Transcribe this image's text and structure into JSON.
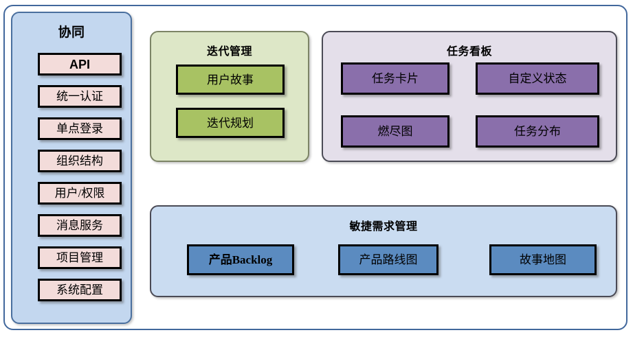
{
  "diagram": {
    "title_hidden": "",
    "colors": {
      "outer_frame_border": "#41679c",
      "sidebar_bg": "#c3d7ef",
      "sidebar_chip": "#f3dcda",
      "iteration_bg": "#dde7c7",
      "iteration_chip": "#a8c263",
      "taskboard_bg": "#e4dfea",
      "taskboard_chip": "#8a6fab",
      "agile_bg": "#cadcf1",
      "agile_chip": "#5b8bc0"
    }
  },
  "sidebar": {
    "title": "协同",
    "items": [
      {
        "label": "API"
      },
      {
        "label": "统一认证"
      },
      {
        "label": "单点登录"
      },
      {
        "label": "组织结构"
      },
      {
        "label": "用户/权限"
      },
      {
        "label": "消息服务"
      },
      {
        "label": "项目管理"
      },
      {
        "label": "系统配置"
      }
    ]
  },
  "iteration": {
    "title": "迭代管理",
    "items": [
      {
        "label": "用户故事"
      },
      {
        "label": "迭代规划"
      }
    ]
  },
  "taskboard": {
    "title": "任务看板",
    "items": [
      {
        "label": "任务卡片"
      },
      {
        "label": "自定义状态"
      },
      {
        "label": "燃尽图"
      },
      {
        "label": "任务分布"
      }
    ]
  },
  "agile": {
    "title": "敏捷需求管理",
    "items": [
      {
        "label": "产品Backlog"
      },
      {
        "label": "产品路线图"
      },
      {
        "label": "故事地图"
      }
    ]
  }
}
